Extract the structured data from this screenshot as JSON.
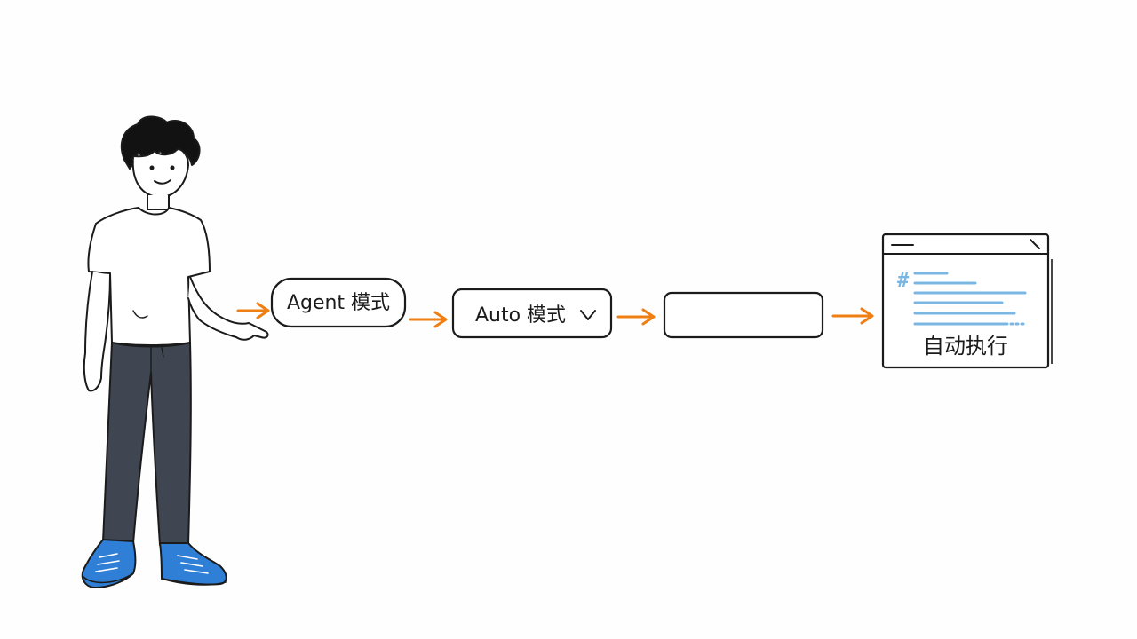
{
  "flow": {
    "step1_label": "Agent 模式",
    "step2_label": "Auto 模式",
    "step2_icon": "chevron-down-icon",
    "step3_label": "",
    "result_caption": "自动执行",
    "result_icon": "hash-icon",
    "arrow_color": "#f07f12",
    "code_line_color": "#7bb7e3"
  },
  "person": {
    "shirt_color": "#ffffff",
    "pants_color": "#3f4652",
    "shoe_color": "#2f7fd6"
  }
}
